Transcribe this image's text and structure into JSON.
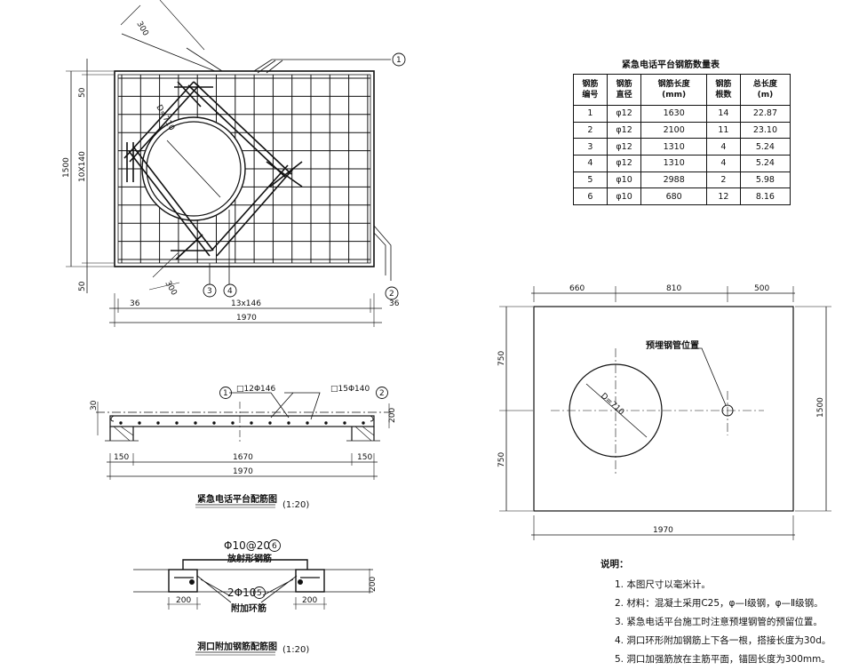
{
  "table": {
    "title": "紧急电话平台钢筋数量表",
    "headers": [
      [
        "钢筋",
        "编号"
      ],
      [
        "钢筋",
        "直径"
      ],
      [
        "钢筋长度",
        "(mm)"
      ],
      [
        "钢筋",
        "根数"
      ],
      [
        "总长度",
        "(m)"
      ]
    ],
    "rows": [
      [
        "1",
        "φ12",
        "1630",
        "14",
        "22.87"
      ],
      [
        "2",
        "φ12",
        "2100",
        "11",
        "23.10"
      ],
      [
        "3",
        "φ12",
        "1310",
        "4",
        "5.24"
      ],
      [
        "4",
        "φ12",
        "1310",
        "4",
        "5.24"
      ],
      [
        "5",
        "φ10",
        "2988",
        "2",
        "5.98"
      ],
      [
        "6",
        "φ10",
        "680",
        "12",
        "8.16"
      ]
    ]
  },
  "plan_view": {
    "top_dim": "300",
    "bottom_dim": "300",
    "circle_label": "D=710",
    "left_total": "1500",
    "left_mid": "10X140",
    "left_top": "50",
    "left_bottom": "50",
    "bottom_left": "36",
    "bottom_mid": "13x146",
    "bottom_right": "36",
    "bottom_total": "1970",
    "callout_1": "1",
    "callout_2": "2",
    "callout_3": "3",
    "callout_4": "4"
  },
  "section_view": {
    "label_1": "1",
    "label_1_text": "□12Φ146",
    "label_2": "2",
    "label_2_text": "□15Φ140",
    "height_left": "30",
    "height_right": "200",
    "dim_left": "150",
    "dim_mid": "1670",
    "dim_right": "150",
    "dim_total": "1970",
    "caption": "紧急电话平台配筋图",
    "scale": "(1:20)"
  },
  "detail_view": {
    "radial_label": "Φ10@20",
    "radial_num": "6",
    "radial_name": "放射形钢筋",
    "ring_label": "2Φ10",
    "ring_num": "5",
    "ring_name": "附加环筋",
    "dim_left": "200",
    "dim_right": "200",
    "dim_height": "200",
    "caption": "洞口附加钢筋配筋图",
    "scale": "(1:20)"
  },
  "layout_view": {
    "dim_top_left": "660",
    "dim_top_mid": "810",
    "dim_top_right": "500",
    "dim_left_top": "750",
    "dim_left_bottom": "750",
    "dim_right": "1500",
    "dim_bottom": "1970",
    "circle_label": "D=710",
    "pipe_label": "预埋钢管位置"
  },
  "notes": {
    "title": "说明：",
    "items": [
      "1. 本图尺寸以毫米计。",
      "2. 材料：混凝土采用C25，φ—Ⅰ级钢，φ—Ⅱ级钢。",
      "3. 紧急电话平台施工时注意预埋钢管的预留位置。",
      "4. 洞口环形附加钢筋上下各一根，搭接长度为30d。",
      "5. 洞口加强筋放在主筋平面，锚固长度为300mm。"
    ]
  }
}
